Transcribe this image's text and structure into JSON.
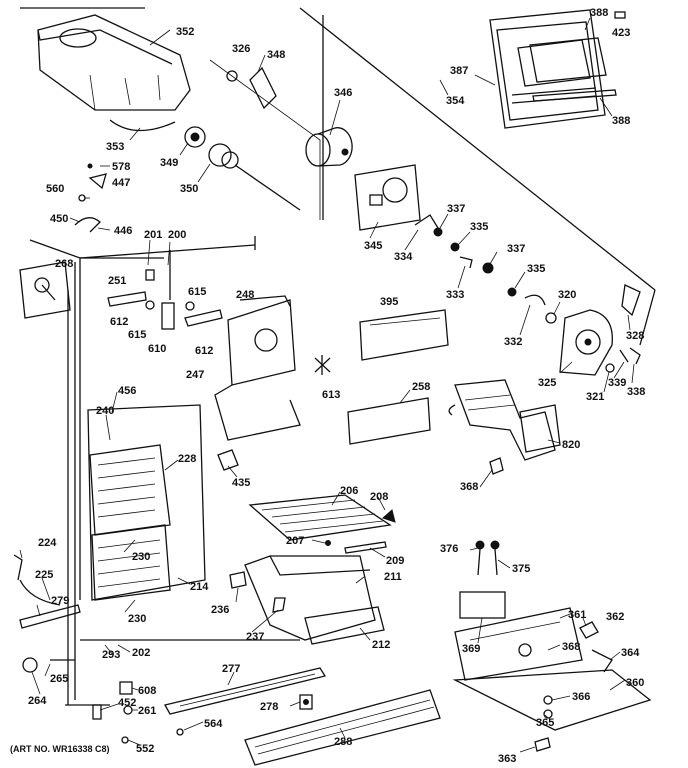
{
  "caption": "(ART NO. WR16338 C8)",
  "callouts": [
    {
      "id": "c352",
      "text": "352"
    },
    {
      "id": "c326",
      "text": "326"
    },
    {
      "id": "c348",
      "text": "348"
    },
    {
      "id": "c346",
      "text": "346"
    },
    {
      "id": "c353",
      "text": "353"
    },
    {
      "id": "c349",
      "text": "349"
    },
    {
      "id": "c350",
      "text": "350"
    },
    {
      "id": "c578",
      "text": "578"
    },
    {
      "id": "c447",
      "text": "447"
    },
    {
      "id": "c560",
      "text": "560"
    },
    {
      "id": "c450",
      "text": "450"
    },
    {
      "id": "c446",
      "text": "446"
    },
    {
      "id": "c201",
      "text": "201"
    },
    {
      "id": "c200",
      "text": "200"
    },
    {
      "id": "c268",
      "text": "268"
    },
    {
      "id": "c251",
      "text": "251"
    },
    {
      "id": "c612a",
      "text": "612"
    },
    {
      "id": "c615a",
      "text": "615"
    },
    {
      "id": "c610",
      "text": "610"
    },
    {
      "id": "c615b",
      "text": "615"
    },
    {
      "id": "c612b",
      "text": "612"
    },
    {
      "id": "c248",
      "text": "248"
    },
    {
      "id": "c247",
      "text": "247"
    },
    {
      "id": "c613",
      "text": "613"
    },
    {
      "id": "c387",
      "text": "387"
    },
    {
      "id": "c388a",
      "text": "388"
    },
    {
      "id": "c423",
      "text": "423"
    },
    {
      "id": "c388b",
      "text": "388"
    },
    {
      "id": "c354",
      "text": "354"
    },
    {
      "id": "c345",
      "text": "345"
    },
    {
      "id": "c334",
      "text": "334"
    },
    {
      "id": "c337a",
      "text": "337"
    },
    {
      "id": "c335a",
      "text": "335"
    },
    {
      "id": "c337b",
      "text": "337"
    },
    {
      "id": "c333",
      "text": "333"
    },
    {
      "id": "c335b",
      "text": "335"
    },
    {
      "id": "c320",
      "text": "320"
    },
    {
      "id": "c328",
      "text": "328"
    },
    {
      "id": "c332",
      "text": "332"
    },
    {
      "id": "c395",
      "text": "395"
    },
    {
      "id": "c325",
      "text": "325"
    },
    {
      "id": "c321",
      "text": "321"
    },
    {
      "id": "c339",
      "text": "339"
    },
    {
      "id": "c338",
      "text": "338"
    },
    {
      "id": "c258",
      "text": "258"
    },
    {
      "id": "c820",
      "text": "820"
    },
    {
      "id": "c368a",
      "text": "368"
    },
    {
      "id": "c456",
      "text": "456"
    },
    {
      "id": "c240",
      "text": "240"
    },
    {
      "id": "c228",
      "text": "228"
    },
    {
      "id": "c435",
      "text": "435"
    },
    {
      "id": "c206",
      "text": "206"
    },
    {
      "id": "c208",
      "text": "208"
    },
    {
      "id": "c207",
      "text": "207"
    },
    {
      "id": "c209",
      "text": "209"
    },
    {
      "id": "c211",
      "text": "211"
    },
    {
      "id": "c224",
      "text": "224"
    },
    {
      "id": "c230a",
      "text": "230"
    },
    {
      "id": "c225",
      "text": "225"
    },
    {
      "id": "c214",
      "text": "214"
    },
    {
      "id": "c279",
      "text": "279"
    },
    {
      "id": "c230b",
      "text": "230"
    },
    {
      "id": "c236",
      "text": "236"
    },
    {
      "id": "c237",
      "text": "237"
    },
    {
      "id": "c212",
      "text": "212"
    },
    {
      "id": "c376",
      "text": "376"
    },
    {
      "id": "c375",
      "text": "375"
    },
    {
      "id": "c361",
      "text": "361"
    },
    {
      "id": "c362",
      "text": "362"
    },
    {
      "id": "c369",
      "text": "369"
    },
    {
      "id": "c368b",
      "text": "368"
    },
    {
      "id": "c364",
      "text": "364"
    },
    {
      "id": "c293",
      "text": "293"
    },
    {
      "id": "c202",
      "text": "202"
    },
    {
      "id": "c277",
      "text": "277"
    },
    {
      "id": "c265",
      "text": "265"
    },
    {
      "id": "c264",
      "text": "264"
    },
    {
      "id": "c608",
      "text": "608"
    },
    {
      "id": "c452",
      "text": "452"
    },
    {
      "id": "c261",
      "text": "261"
    },
    {
      "id": "c564",
      "text": "564"
    },
    {
      "id": "c278",
      "text": "278"
    },
    {
      "id": "c360",
      "text": "360"
    },
    {
      "id": "c366",
      "text": "366"
    },
    {
      "id": "c365",
      "text": "365"
    },
    {
      "id": "c288",
      "text": "288"
    },
    {
      "id": "c552",
      "text": "552"
    },
    {
      "id": "c363",
      "text": "363"
    }
  ]
}
